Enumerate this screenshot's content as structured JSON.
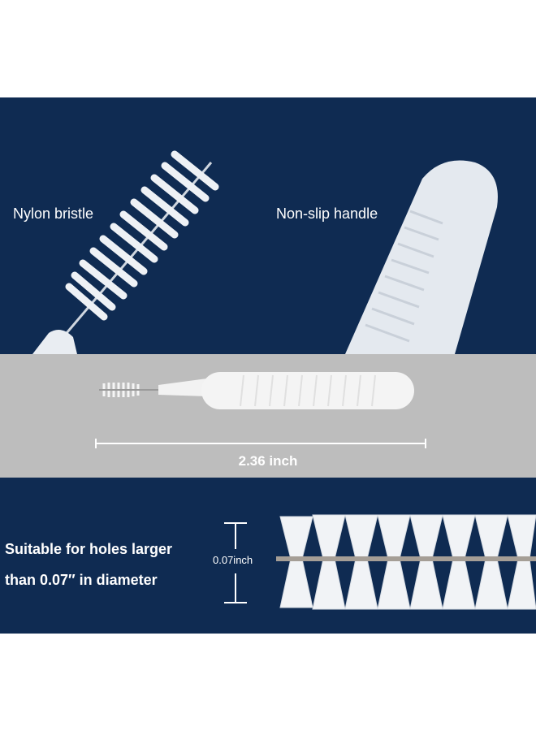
{
  "labels": {
    "bristle": "Nylon bristle",
    "handle": "Non-slip handle"
  },
  "dimension": {
    "length": "2.36 inch",
    "diameter": "0.07inch"
  },
  "description": {
    "line1": "Suitable for holes larger",
    "line2": "than 0.07″ in diameter"
  },
  "colors": {
    "navy": "#0f2b52",
    "gray": "#bdbdbd",
    "white": "#ffffff"
  }
}
